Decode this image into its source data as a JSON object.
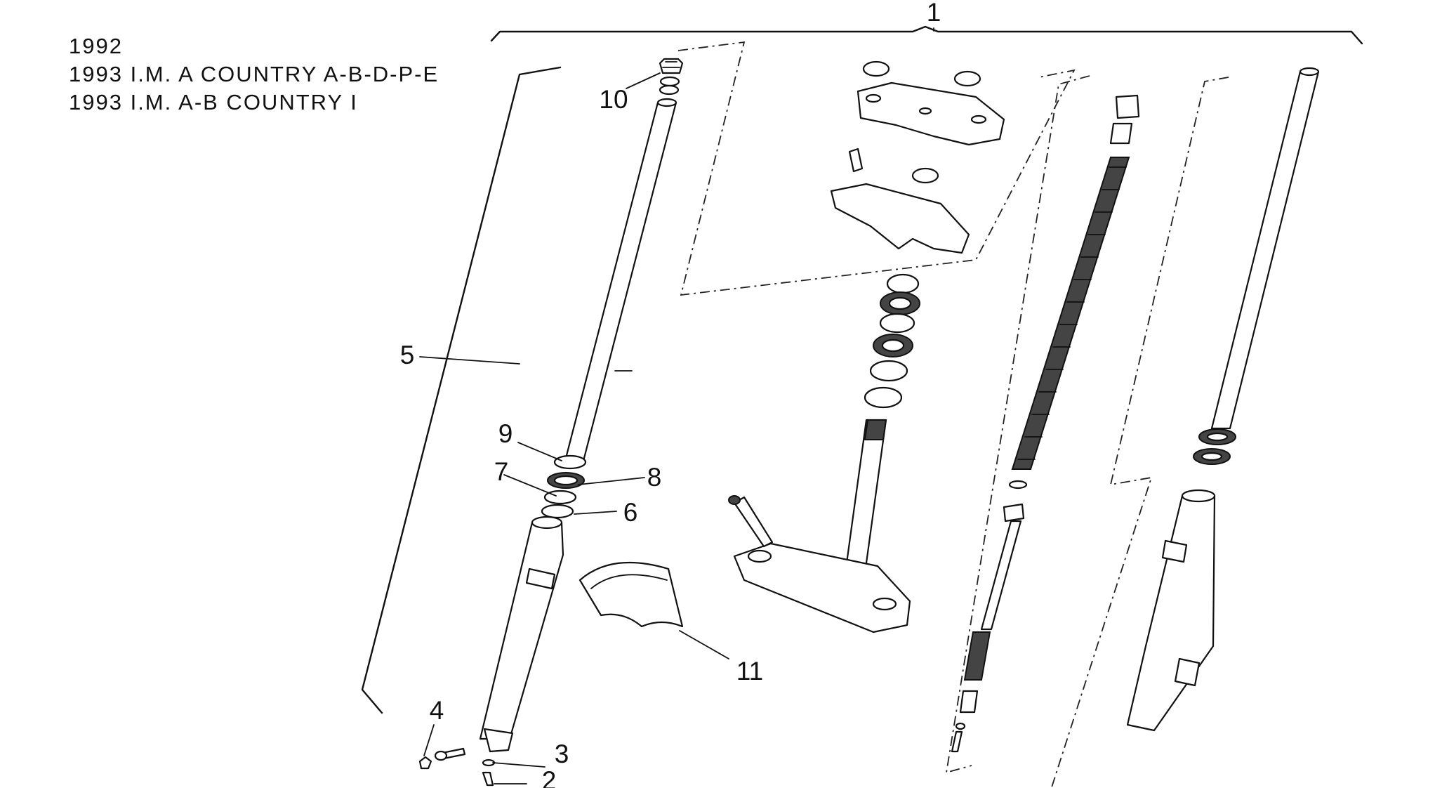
{
  "header": {
    "line1": "1992",
    "line2": "1993 I.M. A COUNTRY A-B-D-P-E",
    "line3": "1993 I.M. A-B COUNTRY I"
  },
  "callouts": {
    "c1": "1",
    "c2": "2",
    "c3": "3",
    "c4": "4",
    "c5": "5",
    "c6": "6",
    "c7": "7",
    "c8": "8",
    "c9": "9",
    "c10": "10",
    "c11": "11"
  }
}
